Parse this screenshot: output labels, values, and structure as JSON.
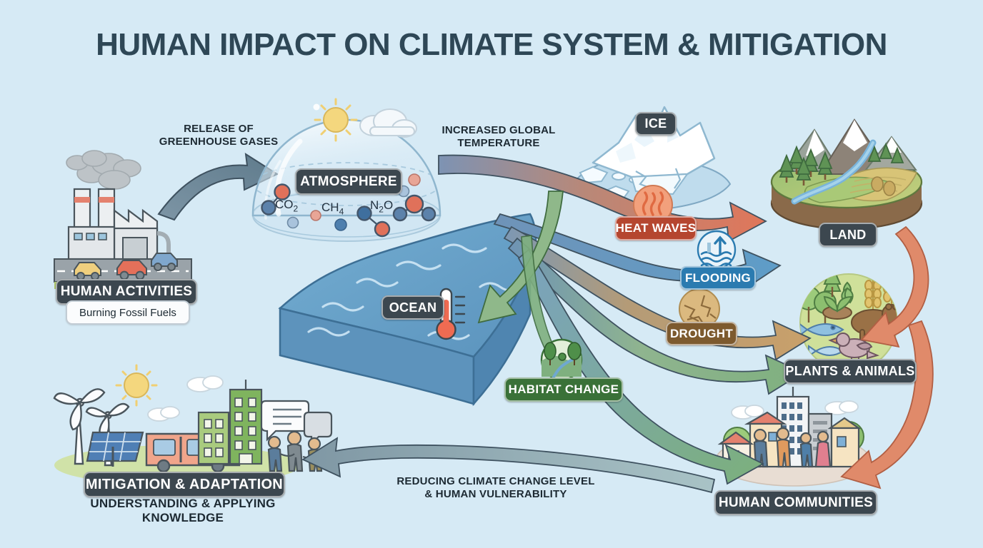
{
  "title": "HUMAN IMPACT ON CLIMATE SYSTEM & MITIGATION",
  "background_color": "#d6eaf5",
  "nodes": {
    "human_activities": {
      "label": "HUMAN ACTIVITIES",
      "sublabel": "Burning Fossil Fuels",
      "icon": "factory-cars-icon",
      "chip_color": "#3c474f"
    },
    "atmosphere": {
      "label": "ATMOSPHERE",
      "icon": "dome-icon",
      "chip_color": "#3c474f",
      "molecules": [
        "CO2",
        "CH4",
        "N2O"
      ],
      "molecule_labels": [
        "CO",
        "CH",
        "N",
        "O"
      ],
      "sky_icons": [
        "sun-icon",
        "cloud-icon"
      ]
    },
    "ocean": {
      "label": "OCEAN",
      "icon": "ocean-slab-icon",
      "chip_color": "#3c474f",
      "accessory_icon": "thermometer-icon"
    },
    "ice": {
      "label": "ICE",
      "icon": "iceberg-icon",
      "chip_color": "#3c474f"
    },
    "land": {
      "label": "LAND",
      "icon": "land-disc-icon",
      "chip_color": "#3c474f"
    },
    "plants_animals": {
      "label": "PLANTS & ANIMALS",
      "icon": "biodiversity-icon",
      "chip_color": "#3c474f"
    },
    "human_communities": {
      "label": "HUMAN COMMUNITIES",
      "icon": "city-people-icon",
      "chip_color": "#3c474f"
    },
    "mitigation": {
      "label": "MITIGATION & ADAPTATION",
      "sublabel": "UNDERSTANDING & APPLYING KNOWLEDGE",
      "icon": "renewables-city-icon",
      "chip_color": "#3c474f"
    }
  },
  "impacts": [
    {
      "id": "heat_waves",
      "label": "HEAT WAVES",
      "icon": "heat-icon",
      "color": "#b5462f"
    },
    {
      "id": "flooding",
      "label": "FLOODING",
      "icon": "flood-icon",
      "color": "#2b7bb0"
    },
    {
      "id": "drought",
      "label": "DROUGHT",
      "icon": "drought-icon",
      "color": "#7d5a2e"
    },
    {
      "id": "habitat_change",
      "label": "HABITAT CHANGE",
      "icon": "habitat-icon",
      "color": "#3a7138"
    }
  ],
  "flow_labels": {
    "release": "RELEASE OF\nGREENHOUSE GASES",
    "temperature": "INCREASED GLOBAL\nTEMPERATURE",
    "feedback": "REDUCING CLIMATE CHANGE LEVEL\n& HUMAN VULNERABILITY"
  },
  "arrow_colors": {
    "grey": "#5f7b8c",
    "heat": "#e07a5f",
    "flood": "#5e9dc8",
    "drought": "#c9a06a",
    "habitat": "#7fb07f",
    "cascade": "#e08a6a"
  }
}
